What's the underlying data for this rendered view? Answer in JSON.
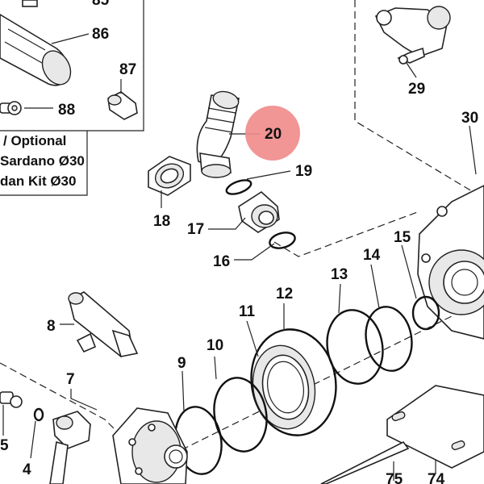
{
  "optional_box": {
    "line1": "/ Optional",
    "line2": "Sardano Ø30",
    "line3": "dan Kit Ø30"
  },
  "labels": {
    "p85": "85",
    "p86": "86",
    "p87": "87",
    "p88": "88",
    "p29": "29",
    "p30": "30",
    "p20": "20",
    "p19": "19",
    "p18": "18",
    "p17": "17",
    "p16": "16",
    "p15": "15",
    "p14": "14",
    "p13": "13",
    "p12": "12",
    "p11": "11",
    "p10": "10",
    "p9": "9",
    "p8": "8",
    "p7": "7",
    "p5": "5",
    "p4": "4",
    "p75": "75",
    "p74": "74"
  },
  "colors": {
    "highlight": "#f08a8a",
    "line": "#222222",
    "fill_light": "#e8e8e8"
  }
}
